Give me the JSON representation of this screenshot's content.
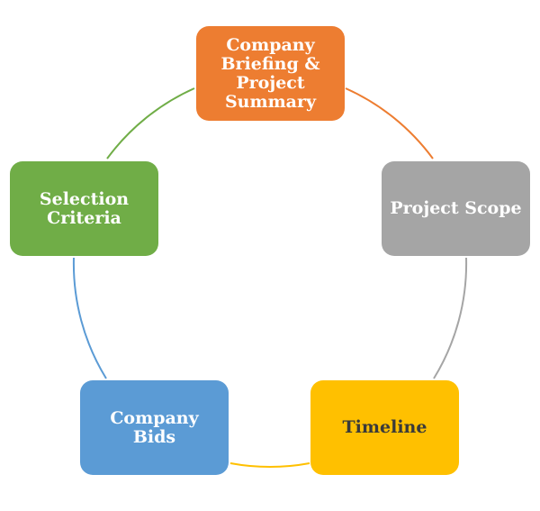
{
  "diagram": {
    "type": "cycle",
    "nodes": [
      {
        "id": "briefing",
        "label": "Company Briefing & Project Summary",
        "fill": "#ED7D31",
        "text_color": "#FFFFFF"
      },
      {
        "id": "scope",
        "label": "Project Scope",
        "fill": "#A5A5A5",
        "text_color": "#FFFFFF"
      },
      {
        "id": "timeline",
        "label": "Timeline",
        "fill": "#FFC000",
        "text_color": "#3A3A3A"
      },
      {
        "id": "bids",
        "label": "Company Bids",
        "fill": "#5B9BD5",
        "text_color": "#FFFFFF"
      },
      {
        "id": "criteria",
        "label": "Selection Criteria",
        "fill": "#70AD47",
        "text_color": "#FFFFFF"
      }
    ],
    "connectors": [
      {
        "from": "briefing",
        "to": "scope",
        "color": "#ED7D31"
      },
      {
        "from": "scope",
        "to": "timeline",
        "color": "#A5A5A5"
      },
      {
        "from": "timeline",
        "to": "bids",
        "color": "#FFC000"
      },
      {
        "from": "bids",
        "to": "criteria",
        "color": "#5B9BD5"
      },
      {
        "from": "criteria",
        "to": "briefing",
        "color": "#70AD47"
      }
    ]
  }
}
